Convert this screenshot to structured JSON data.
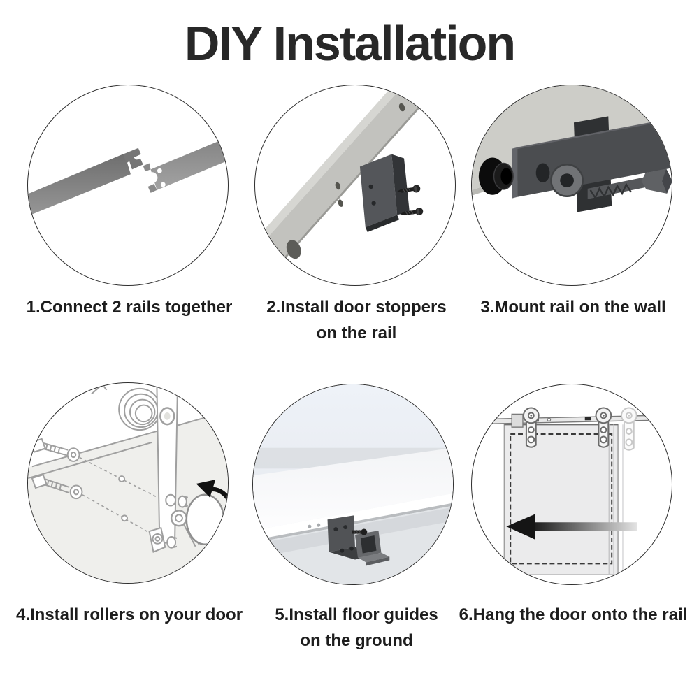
{
  "title": "DIY Installation",
  "steps": [
    {
      "caption_line1": "1.Connect 2 rails together",
      "caption_line2": "",
      "illustration": "connect-rails"
    },
    {
      "caption_line1": "2.Install door stoppers",
      "caption_line2": "on the rail",
      "illustration": "install-door-stoppers"
    },
    {
      "caption_line1": "3.Mount rail on the wall",
      "caption_line2": "",
      "illustration": "mount-rail-on-wall"
    },
    {
      "caption_line1": "4.Install rollers on your door",
      "caption_line2": "",
      "illustration": "install-rollers"
    },
    {
      "caption_line1": "5.Install floor guides",
      "caption_line2": "on the ground",
      "illustration": "install-floor-guides"
    },
    {
      "caption_line1": "6.Hang the door onto the rail",
      "caption_line2": "",
      "illustration": "hang-door-on-rail"
    }
  ],
  "colors": {
    "background": "#ffffff",
    "title_text": "#282828",
    "caption_text": "#1d1d1d",
    "circle_outline": "#2f2f2f",
    "rail_steel_gray": "#7e7e7e",
    "rail_light_gray": "#c2c2be",
    "hardware_dark": "#4b4d50",
    "screw_black": "#1d1d1d",
    "lineart_gray": "#9f9f9f",
    "door_fill": "#ebebec",
    "arrow_black": "#151515"
  }
}
